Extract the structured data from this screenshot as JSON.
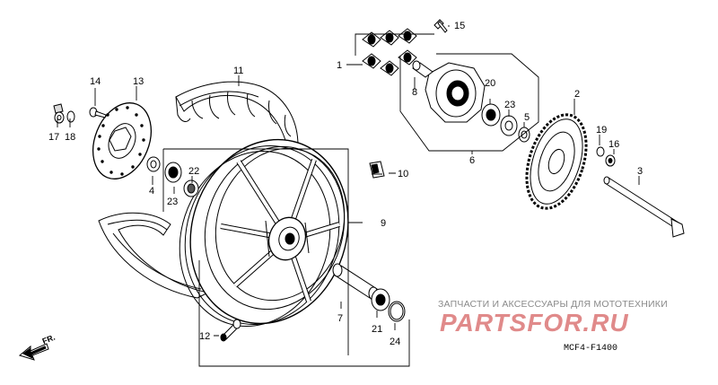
{
  "callouts": {
    "c1": "1",
    "c2": "2",
    "c3": "3",
    "c4": "4",
    "c5": "5",
    "c6": "6",
    "c7": "7",
    "c8": "8",
    "c9": "9",
    "c10": "10",
    "c11": "11",
    "c12": "12",
    "c13": "13",
    "c14": "14",
    "c15": "15",
    "c16": "16",
    "c17": "17",
    "c18": "18",
    "c19": "19",
    "c20": "20",
    "c21": "21",
    "c22": "22",
    "c23a": "23",
    "c23b": "23",
    "c24": "24"
  },
  "watermark": {
    "tagline": "ЗАПЧАСТИ И АКСЕССУАРЫ ДЛЯ МОТОТЕХНИКИ",
    "logo": "PARTSFOR.RU",
    "color": "#e08a8a"
  },
  "diagram_code": "MCF4-F1400",
  "direction_label": "FR."
}
